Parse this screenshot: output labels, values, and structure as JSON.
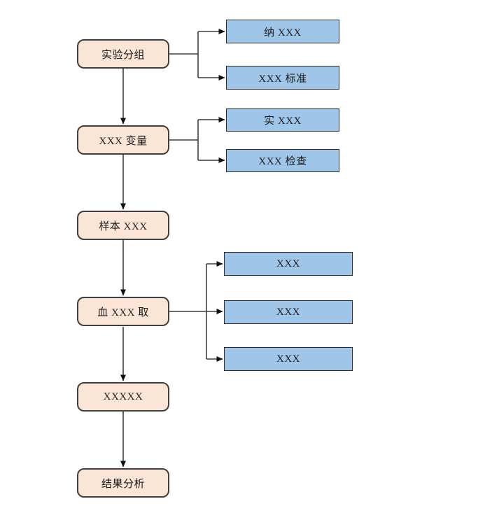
{
  "diagram": {
    "type": "flowchart",
    "flow_nodes": [
      {
        "id": "step-1",
        "label": "实验分组"
      },
      {
        "id": "step-2",
        "label": "XXX 变量"
      },
      {
        "id": "step-3",
        "label": "样本 XXX"
      },
      {
        "id": "step-4",
        "label": "血 XXX 取"
      },
      {
        "id": "step-5",
        "label": "XXXXX"
      },
      {
        "id": "step-6",
        "label": "结果分析"
      }
    ],
    "branch_nodes": [
      {
        "id": "branch-1a",
        "parent": "实验分组",
        "label": "纳 XXX"
      },
      {
        "id": "branch-1b",
        "parent": "实验分组",
        "label": "XXX 标准"
      },
      {
        "id": "branch-2a",
        "parent": "XXX 变量",
        "label": "实 XXX"
      },
      {
        "id": "branch-2b",
        "parent": "XXX 变量",
        "label": "XXX 检查"
      },
      {
        "id": "branch-3a",
        "parent": "血 XXX 取",
        "label": "XXX"
      },
      {
        "id": "branch-3b",
        "parent": "血 XXX 取",
        "label": "XXX"
      },
      {
        "id": "branch-3c",
        "parent": "血 XXX 取",
        "label": "XXX"
      }
    ],
    "edges": [
      {
        "from": "实验分组",
        "to": "XXX 变量"
      },
      {
        "from": "XXX 变量",
        "to": "样本 XXX"
      },
      {
        "from": "样本 XXX",
        "to": "血 XXX 取"
      },
      {
        "from": "血 XXX 取",
        "to": "XXXXX"
      },
      {
        "from": "XXXXX",
        "to": "结果分析"
      },
      {
        "from": "实验分组",
        "to": "纳 XXX"
      },
      {
        "from": "实验分组",
        "to": "XXX 标准"
      },
      {
        "from": "XXX 变量",
        "to": "实 XXX"
      },
      {
        "from": "XXX 变量",
        "to": "XXX 检查"
      },
      {
        "from": "血 XXX 取",
        "to": "XXX"
      },
      {
        "from": "血 XXX 取",
        "to": "XXX"
      },
      {
        "from": "血 XXX 取",
        "to": "XXX"
      }
    ],
    "colors": {
      "flow_fill": "#FBE5D6",
      "flow_border": "#3F3F3F",
      "branch_fill": "#9FC5E8",
      "branch_border": "#2B2B2B",
      "connector": "#3F3F3F",
      "text": "#1A1A1A",
      "background": "#FFFFFF"
    }
  }
}
